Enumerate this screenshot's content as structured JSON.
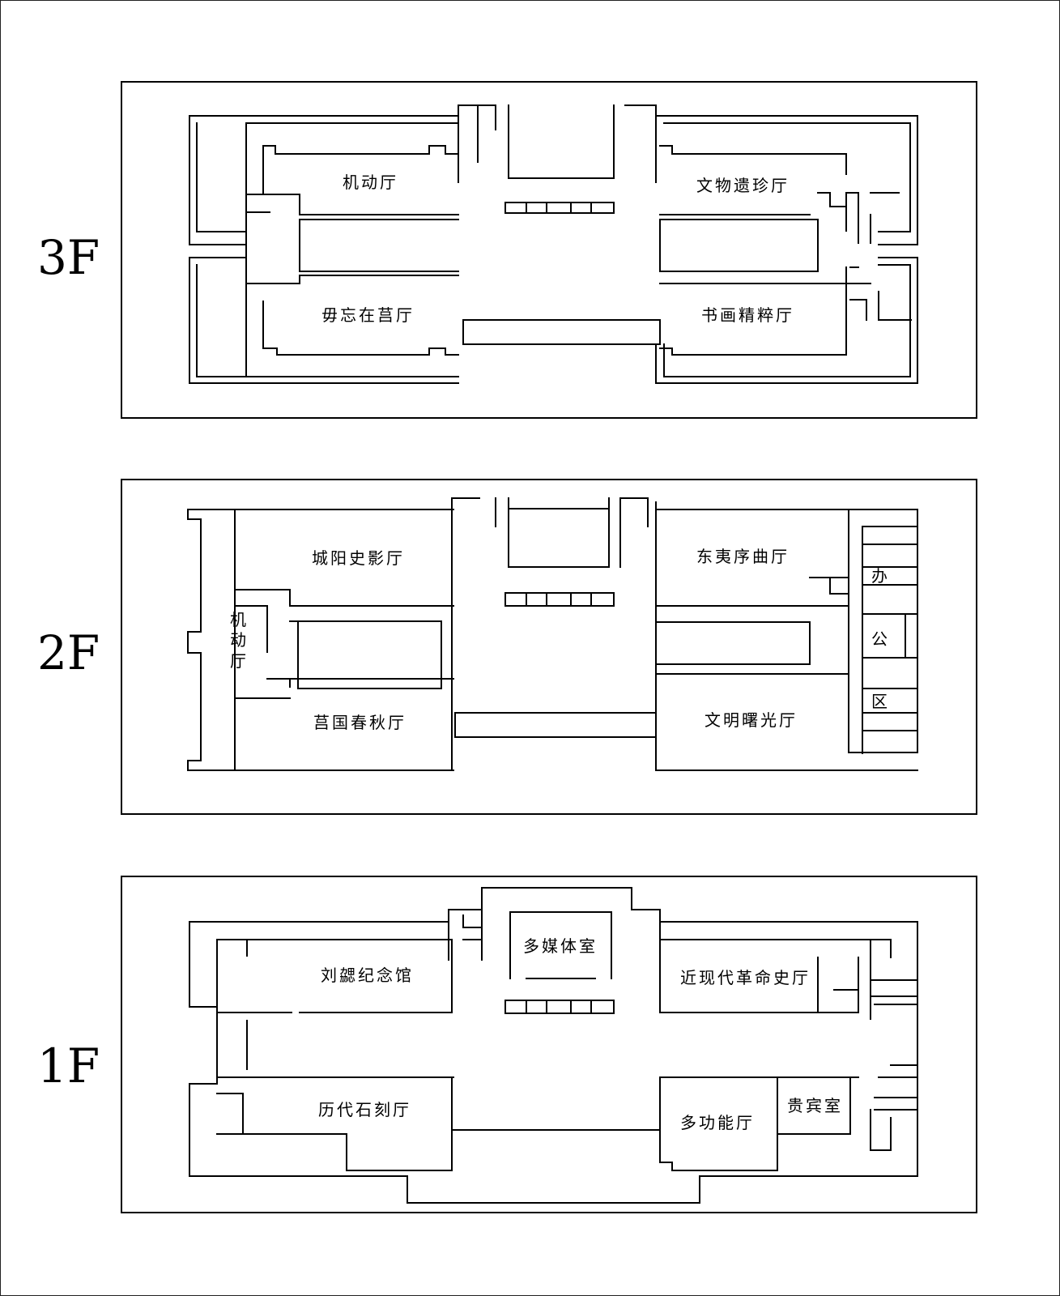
{
  "floors": [
    {
      "label": "3F",
      "rooms": [
        "机动厅",
        "文物遗珍厅",
        "毋忘在莒厅",
        "书画精粹厅"
      ]
    },
    {
      "label": "2F",
      "rooms": [
        "城阳史影厅",
        "东夷序曲厅",
        "机",
        "动",
        "厅",
        "莒国春秋厅",
        "文明曙光厅",
        "办",
        "公",
        "区"
      ]
    },
    {
      "label": "1F",
      "rooms": [
        "多媒体室",
        "刘勰纪念馆",
        "近现代革命史厅",
        "历代石刻厅",
        "多功能厅",
        "贵宾室"
      ]
    }
  ]
}
